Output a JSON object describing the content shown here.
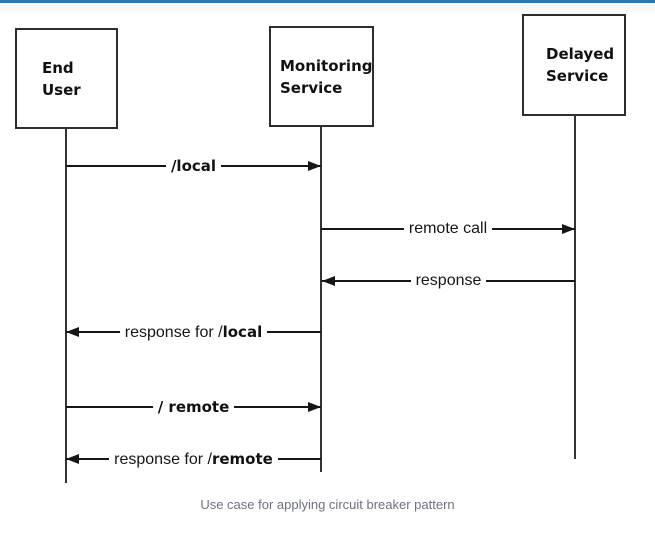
{
  "page": {
    "caption": "Use case for applying circuit breaker pattern",
    "accent_color": "#2878b5",
    "line_color": "#161616",
    "caption_color": "#6e7080"
  },
  "diagram": {
    "actors": [
      {
        "id": "end-user",
        "line1": "End",
        "line2": "User"
      },
      {
        "id": "monitoring-service",
        "line1": "Monitoring",
        "line2": "Service"
      },
      {
        "id": "delayed-service",
        "line1": "Delayed",
        "line2": "Service"
      }
    ],
    "messages": [
      {
        "from": "End User",
        "to": "Monitoring Service",
        "direction": "right",
        "prefix": "",
        "emphasis": "/local"
      },
      {
        "from": "Monitoring Service",
        "to": "Delayed Service",
        "direction": "right",
        "prefix": "remote call",
        "emphasis": ""
      },
      {
        "from": "Delayed Service",
        "to": "Monitoring Service",
        "direction": "left",
        "prefix": "response",
        "emphasis": ""
      },
      {
        "from": "Monitoring Service",
        "to": "End User",
        "direction": "left",
        "prefix": "response for /",
        "emphasis": "local"
      },
      {
        "from": "End User",
        "to": "Monitoring Service",
        "direction": "right",
        "prefix": "",
        "emphasis": "/ remote"
      },
      {
        "from": "Monitoring Service",
        "to": "End User",
        "direction": "left",
        "prefix": "response for /",
        "emphasis": "remote"
      }
    ]
  }
}
